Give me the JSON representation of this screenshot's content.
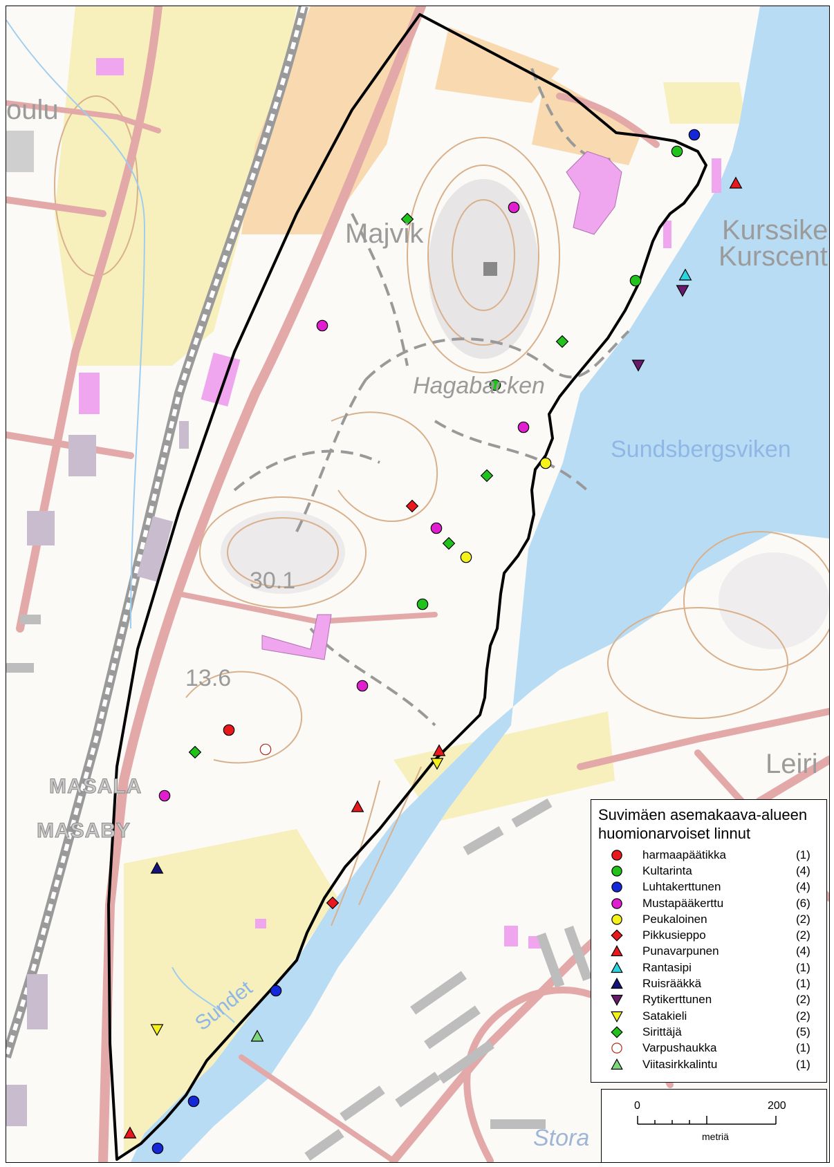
{
  "map": {
    "labels": {
      "koulu": "oulu",
      "majvik": "Majvik",
      "kurssi1": "Kurssike",
      "kurssi2": "Kurscent",
      "hagabacken": "Hagabacken",
      "lake": "Sundsbergsviken",
      "elev1": "30.1",
      "elev2": "13.6",
      "leiri": "Leiri",
      "masala": "MASALA",
      "masaby": "MASABY",
      "river": "Sundet",
      "stora": "Stora"
    }
  },
  "legend": {
    "title_line1": "Suvimäen asemakaava-alueen",
    "title_line2": "huomionarvoiset linnut",
    "species": [
      {
        "name": "harmaapäätikka",
        "count": "(1)",
        "shape": "circle",
        "fill": "#e8181c",
        "stroke": "#000000"
      },
      {
        "name": "Kultarinta",
        "count": "(4)",
        "shape": "circle",
        "fill": "#21c21c",
        "stroke": "#000000"
      },
      {
        "name": "Luhtakerttunen",
        "count": "(4)",
        "shape": "circle",
        "fill": "#1428d8",
        "stroke": "#000000"
      },
      {
        "name": "Mustapääkerttu",
        "count": "(6)",
        "shape": "circle",
        "fill": "#e01ed0",
        "stroke": "#000000"
      },
      {
        "name": "Peukaloinen",
        "count": "(2)",
        "shape": "circle",
        "fill": "#f5f11a",
        "stroke": "#000000"
      },
      {
        "name": "Pikkusieppo",
        "count": "(2)",
        "shape": "diamond",
        "fill": "#e8181c",
        "stroke": "#000000"
      },
      {
        "name": "Punavarpunen",
        "count": "(4)",
        "shape": "triangle",
        "fill": "#e8181c",
        "stroke": "#000000"
      },
      {
        "name": "Rantasipi",
        "count": "(1)",
        "shape": "triangle",
        "fill": "#29d6e0",
        "stroke": "#000000"
      },
      {
        "name": "Ruisrääkkä",
        "count": "(1)",
        "shape": "triangle",
        "fill": "#14147a",
        "stroke": "#000000"
      },
      {
        "name": "Rytikerttunen",
        "count": "(2)",
        "shape": "triangle-down",
        "fill": "#6a1a6a",
        "stroke": "#000000"
      },
      {
        "name": "Satakieli",
        "count": "(2)",
        "shape": "triangle-down",
        "fill": "#f5f11a",
        "stroke": "#000000"
      },
      {
        "name": "Sirittäjä",
        "count": "(5)",
        "shape": "diamond",
        "fill": "#21c21c",
        "stroke": "#000000"
      },
      {
        "name": "Varpushaukka",
        "count": "(1)",
        "shape": "circle",
        "fill": "#ffffff",
        "stroke": "#b02a1a"
      },
      {
        "name": "Viitasirkkalintu",
        "count": "(1)",
        "shape": "triangle",
        "fill": "#7ed67e",
        "stroke": "#000000"
      }
    ]
  },
  "scale": {
    "zero": "0",
    "max": "200",
    "unit": "metriä"
  }
}
